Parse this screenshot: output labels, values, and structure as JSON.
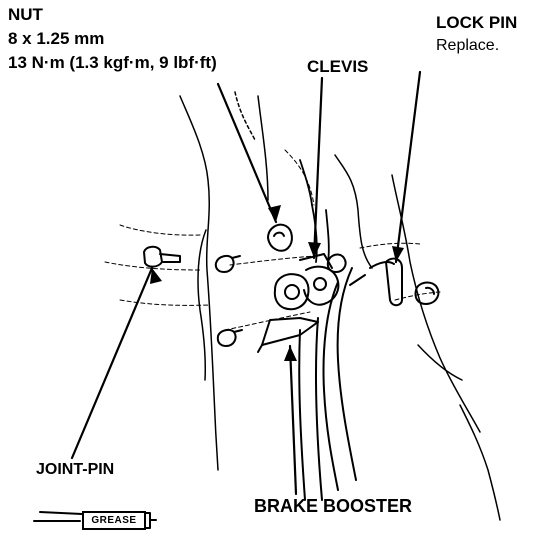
{
  "labels": {
    "nut_title": "NUT",
    "nut_size": "8 x 1.25 mm",
    "nut_torque": "13 N·m (1.3 kgf·m, 9 lbf·ft)",
    "clevis": "CLEVIS",
    "lock_pin": "LOCK PIN",
    "lock_pin_note": "Replace.",
    "joint_pin": "JOINT-PIN",
    "brake_booster": "BRAKE BOOSTER",
    "grease": "GREASE"
  }
}
